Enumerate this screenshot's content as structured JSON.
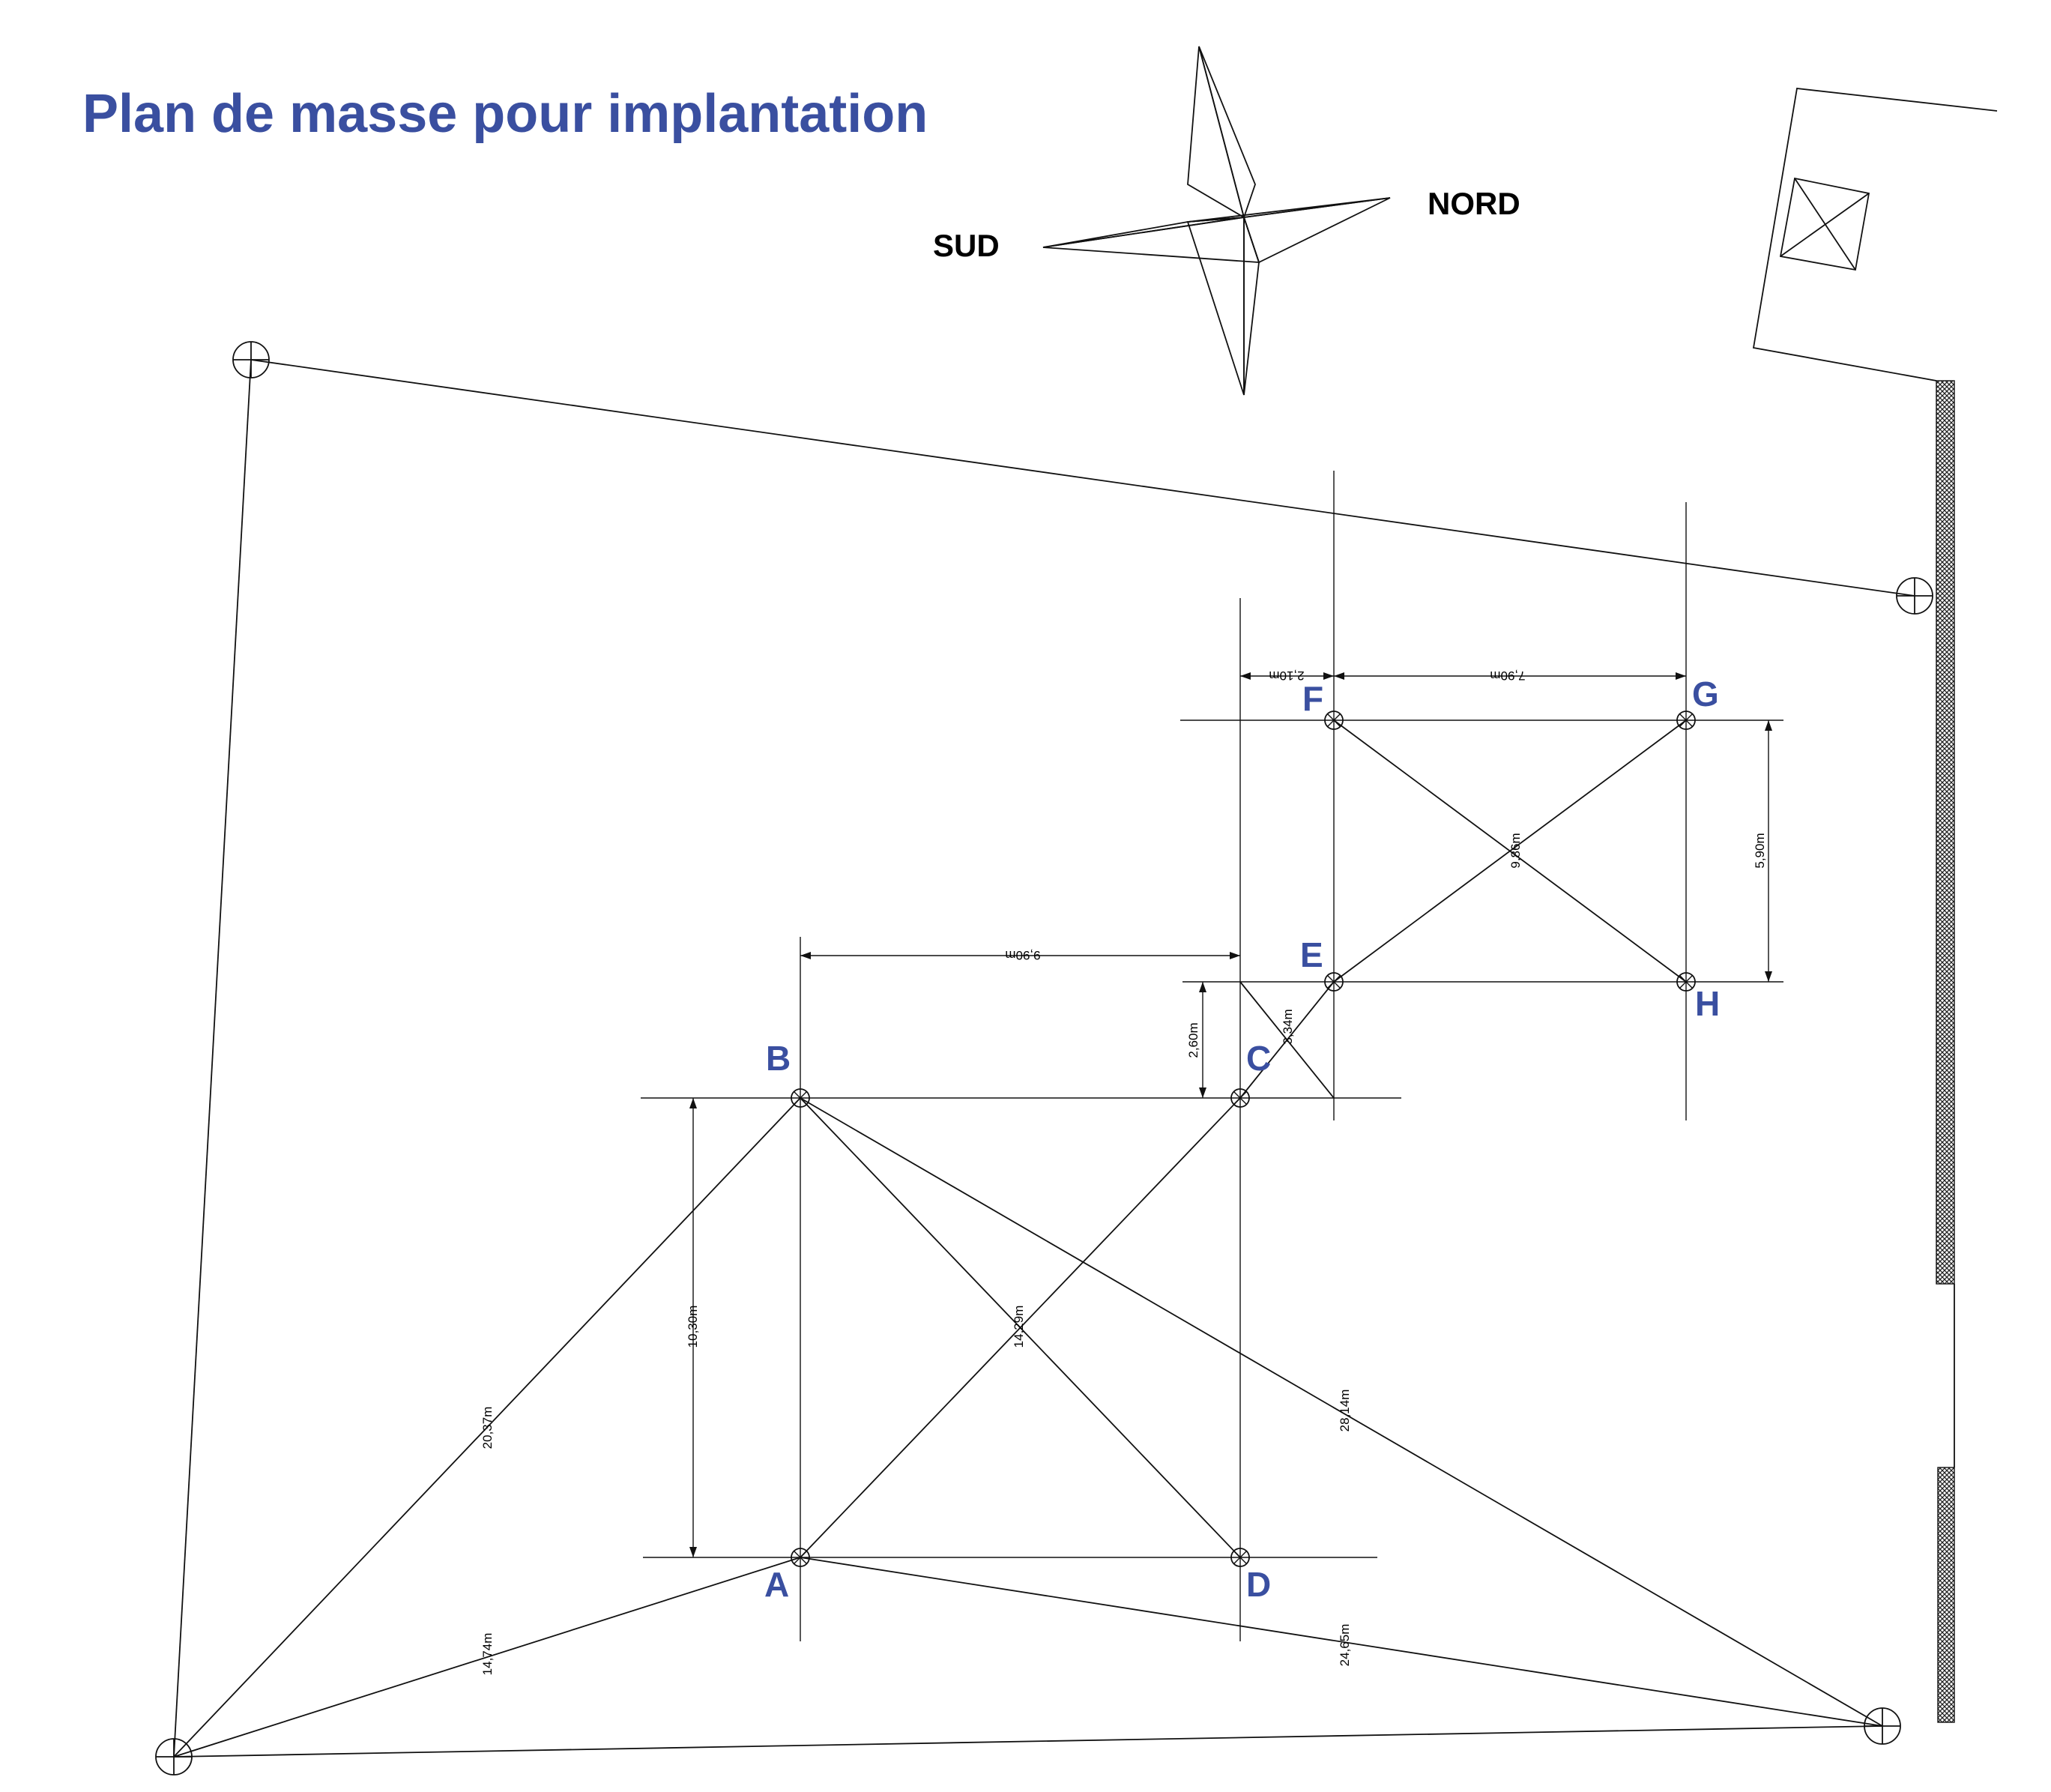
{
  "title": "Plan de masse pour implantation",
  "compass": {
    "north_label": "NORD",
    "south_label": "SUD"
  },
  "points": {
    "A": "A",
    "B": "B",
    "C": "C",
    "D": "D",
    "E": "E",
    "F": "F",
    "G": "G",
    "H": "H"
  },
  "dimensions": {
    "bc": "9,90m",
    "fg_offset": "2,10m",
    "fg": "7,90m",
    "eh_gh": "5,90m",
    "diag_ef_gh": "9,86m",
    "c_offset": "2,60m",
    "c_e_diag": "3,34m",
    "ab": "10,30m",
    "diag_abcd": "14,29m",
    "corner_b": "20,37m",
    "b_corner": "28,14m",
    "corner_a": "14,74m",
    "a_corner": "24,65m"
  },
  "colors": {
    "label_blue": "#3a4fa0",
    "line": "#111111"
  }
}
